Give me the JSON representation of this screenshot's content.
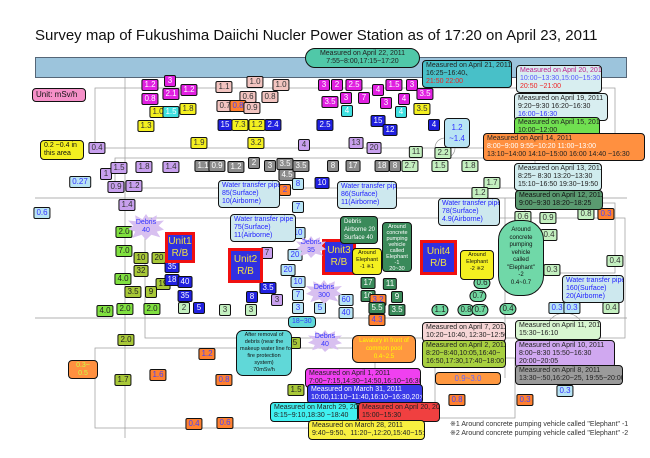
{
  "title": "Survey map of Fukushima Daiichi Nucler Power Station as of 17:20 on April 23, 2011",
  "legend": {
    "unit": "Unit: mSv/h",
    "area_note": "0.2 ~0.4 in this area"
  },
  "units": [
    {
      "l1": "Unit1",
      "l2": "R/B"
    },
    {
      "l1": "Unit2",
      "l2": "R/B"
    },
    {
      "l1": "Unit3",
      "l2": "R/B"
    },
    {
      "l1": "Unit4",
      "l2": "R/B"
    }
  ],
  "debris": [
    {
      "l1": "Debris",
      "l2": "40"
    },
    {
      "l1": "Debris",
      "l2": "35"
    },
    {
      "l1": "Debris",
      "l2": "300"
    },
    {
      "l1": "Debris",
      "l2": "40"
    }
  ],
  "pipes": [
    {
      "l1": "Water transfer pipe",
      "l2": "85(Surface)",
      "l3": "10(Airborne)"
    },
    {
      "l1": "Water transfer pipe",
      "l2": "75(Surface)",
      "l3": "11(Airborne)"
    },
    {
      "l1": "Water transfer pipe",
      "l2": "86(Surface)",
      "l3": "11(Airborne)"
    },
    {
      "l1": "Water transfer pipe",
      "l2": "78(Surface)",
      "l3": "4.9(Airborne)"
    },
    {
      "l1": "Water transfer pipe",
      "l2": "160(Surface)",
      "l3": "20(Airborne)"
    }
  ],
  "callouts": {
    "debris_box": {
      "l1": "Debris",
      "l2": "Airborne 20",
      "l3": "Surface 40"
    },
    "elephant1": {
      "l1": "Around",
      "l2": "concrete",
      "l3": "pumping",
      "l4": "vehicle",
      "l5": "called",
      "l6": "Elephant",
      "l7": "-1",
      "l8": "20~30"
    },
    "elephant1_small": {
      "l1": "Around",
      "l2": "Elephant",
      "l3": "-1 ※1"
    },
    "elephant2_small": {
      "l1": "Around",
      "l2": "Elephant",
      "l3": "-2 ※2"
    },
    "elephant2": {
      "l1": "Around",
      "l2": "concrete",
      "l3": "pumping",
      "l4": "vehicle",
      "l5": "called",
      "l6": "\"Elephant\"",
      "l7": "-2",
      "l8": "0.4~0.7"
    },
    "range_12_14": "1.2 ~1.4",
    "lavatory": {
      "l1": "Lavatory in front of",
      "l2": "common pool",
      "l3": "0.4~2.5"
    },
    "after_removal": {
      "l1": "After removal of",
      "l2": "debris (near the",
      "l3": "makeup water line for",
      "l4": "fire protection",
      "l5": "system)",
      "l6": "70mSv/h"
    },
    "range_09_30": "0.9~3.0",
    "range_03_05": "0.3~ 0.5",
    "range_18_30": "18~30"
  },
  "measurements": [
    {
      "h": "Measured on April 22, 2011",
      "t": "7:55~8:00,17:15~17:20"
    },
    {
      "h": "Measured on April 21, 2011",
      "t": "16:25~16:40、",
      "t2": "21:50  22:00"
    },
    {
      "h": "Measured on April 20, 2011",
      "t": "10:00~13:30,15:00~15:30",
      "t2": "20:50 ~21:00"
    },
    {
      "h": "Measured on April 19, 2011",
      "t": "9:20~9:30  16:20~16:30",
      "t2": "16:00~16:30"
    },
    {
      "h": "Measured on April 15, 2011",
      "t": "10:00~12:00"
    },
    {
      "h": "Measured on April 14, 2011",
      "t": "8:00~9:00 9:55~10:20 11:00~13:00",
      "t2": "13:10~14:00 14:10~15:00 16:00 14:40 ~16:30"
    },
    {
      "h": "Measured on April 13, 2011",
      "t": "8:25~ 8:30  13:20~13:30",
      "t2": "15:10~16:50  19:30~19:50"
    },
    {
      "h": "Measured on April 12, 2011",
      "t": "9:00~9:30  18:20~18:25"
    },
    {
      "h": "Measured on April 7, 2011",
      "t": "10:20~10:40, 12:30~12:50"
    },
    {
      "h": "Measured on April 11, 2011",
      "t": "15:30~16:10"
    },
    {
      "h": "Measured on April 2, 2011",
      "t": "8:20~8:40,10:05,16:40~",
      "t2": "16:50,17:30,17:40~18:00"
    },
    {
      "h": "Measured on April 10, 2011",
      "t": "8:00~8:30  15:50~16:30",
      "t2": "20:00~20:05"
    },
    {
      "h": "Measured on April 8, 2011",
      "t": "13:30~:50,16:20~25, 19:55~20:00"
    },
    {
      "h": "Measured on April 1, 2011",
      "t": "7:00~7:15,14:30~14:50,16:10~16:30"
    },
    {
      "h": "Measured on March 31, 2011",
      "t": "10:00,11:10~11:40,16:10~16:30,20:00"
    },
    {
      "h": "Measured on March 29, 2011",
      "t": "8:15~9:10,18:30 ~18:40"
    },
    {
      "h": "Measured on April 20, 2011",
      "t": "15:00~15:30"
    },
    {
      "h": "Measured on March 28, 2011",
      "t": "9:40~9:50、11:20~,12:20,15:40~15:50"
    }
  ],
  "footnotes": [
    "※1 Around  concrete pumping vehicle called \"Elephant\" -1",
    "※2 Around  concrete pumping vehicle called \"Elephant\" -2"
  ],
  "markers": [
    {
      "v": "1.2",
      "c": "m"
    },
    {
      "v": "0.8",
      "c": "m"
    },
    {
      "v": "3",
      "c": "m"
    },
    {
      "v": "2.1",
      "c": "m"
    },
    {
      "v": "1.2",
      "c": "m"
    },
    {
      "v": "1.0",
      "c": "y"
    },
    {
      "v": "1.5",
      "c": "c"
    },
    {
      "v": "1.8",
      "c": "y"
    },
    {
      "v": "1.3",
      "c": "y"
    },
    {
      "v": "1.1",
      "c": "p"
    },
    {
      "v": "1.0",
      "c": "p"
    },
    {
      "v": "1.0",
      "c": "p"
    },
    {
      "v": "0.6",
      "c": "p"
    },
    {
      "v": "0.8",
      "c": "p"
    },
    {
      "v": "0.7",
      "c": "p"
    },
    {
      "v": "0.8",
      "c": "o"
    },
    {
      "v": "0.9",
      "c": "p"
    },
    {
      "v": "15",
      "c": "b"
    },
    {
      "v": "7.3",
      "c": "y"
    },
    {
      "v": "1.2",
      "c": "y"
    },
    {
      "v": "2.4",
      "c": "b"
    },
    {
      "v": "0.4",
      "c": "l"
    },
    {
      "v": "1.9",
      "c": "y"
    },
    {
      "v": "3.2",
      "c": "y"
    },
    {
      "v": "1.1",
      "c": "g"
    },
    {
      "v": "0.9",
      "c": "g"
    },
    {
      "v": "1.2",
      "c": "g"
    },
    {
      "v": "2",
      "c": "g"
    },
    {
      "v": "3",
      "c": "g"
    },
    {
      "v": "3.5",
      "c": "g"
    },
    {
      "v": "4.5",
      "c": "g"
    },
    {
      "v": "1",
      "c": "l"
    },
    {
      "v": "1.5",
      "c": "l"
    },
    {
      "v": "1.8",
      "c": "l"
    },
    {
      "v": "1.4",
      "c": "l"
    },
    {
      "v": "0.27",
      "c": "lb"
    },
    {
      "v": "0.9",
      "c": "l"
    },
    {
      "v": "1.2",
      "c": "l"
    },
    {
      "v": "2",
      "c": "o"
    },
    {
      "v": "3",
      "c": "m"
    },
    {
      "v": "2",
      "c": "m"
    },
    {
      "v": "2.5",
      "c": "m"
    },
    {
      "v": "4",
      "c": "m"
    },
    {
      "v": "1.5",
      "c": "m"
    },
    {
      "v": "3",
      "c": "m"
    },
    {
      "v": "3.5",
      "c": "m"
    },
    {
      "v": "3",
      "c": "m"
    },
    {
      "v": "7",
      "c": "m"
    },
    {
      "v": "3",
      "c": "m"
    },
    {
      "v": "4",
      "c": "m"
    },
    {
      "v": "3.5",
      "c": "m"
    },
    {
      "v": "3.5",
      "c": "y"
    },
    {
      "v": "4",
      "c": "c"
    },
    {
      "v": "4",
      "c": "c"
    },
    {
      "v": "2.5",
      "c": "b"
    },
    {
      "v": "15",
      "c": "b"
    },
    {
      "v": "12",
      "c": "b"
    },
    {
      "v": "4",
      "c": "b"
    },
    {
      "v": "4",
      "c": "l"
    },
    {
      "v": "13",
      "c": "l"
    },
    {
      "v": "20",
      "c": "l"
    },
    {
      "v": "11",
      "c": "lg"
    },
    {
      "v": "2.2",
      "c": "lg"
    },
    {
      "v": "3.5",
      "c": "g"
    },
    {
      "v": "8",
      "c": "g"
    },
    {
      "v": "17",
      "c": "g"
    },
    {
      "v": "18",
      "c": "g"
    },
    {
      "v": "8",
      "c": "g"
    },
    {
      "v": "2.7",
      "c": "lg"
    },
    {
      "v": "1.5",
      "c": "lg"
    },
    {
      "v": "1.8",
      "c": "lg"
    },
    {
      "v": "10",
      "c": "b"
    },
    {
      "v": "1.7",
      "c": "lg"
    },
    {
      "v": "0.6",
      "c": "lb"
    },
    {
      "v": "1.4",
      "c": "l"
    },
    {
      "v": "2.0",
      "c": "gr"
    },
    {
      "v": "7.0",
      "c": "gr"
    },
    {
      "v": "10",
      "c": "ol"
    },
    {
      "v": "20",
      "c": "ol"
    },
    {
      "v": "32",
      "c": "ol"
    },
    {
      "v": "4.0",
      "c": "gr"
    },
    {
      "v": "19",
      "c": "ol"
    },
    {
      "v": "3.5",
      "c": "ol"
    },
    {
      "v": "9",
      "c": "ol"
    },
    {
      "v": "4.0",
      "c": "gr"
    },
    {
      "v": "2.0",
      "c": "gr"
    },
    {
      "v": "2.0",
      "c": "gr"
    },
    {
      "v": "35",
      "c": "b"
    },
    {
      "v": "18",
      "c": "b"
    },
    {
      "v": "40",
      "c": "b"
    },
    {
      "v": "35",
      "c": "b"
    },
    {
      "v": "2",
      "c": "lg"
    },
    {
      "v": "5",
      "c": "b"
    },
    {
      "v": "3",
      "c": "lg"
    },
    {
      "v": "3",
      "c": "lg"
    },
    {
      "v": "7",
      "c": "l"
    },
    {
      "v": "3.5",
      "c": "b"
    },
    {
      "v": "8",
      "c": "b"
    },
    {
      "v": "8",
      "c": "lb"
    },
    {
      "v": "7",
      "c": "lb"
    },
    {
      "v": "10",
      "c": "lb"
    },
    {
      "v": "20",
      "c": "lb"
    },
    {
      "v": "20",
      "c": "lb"
    },
    {
      "v": "10",
      "c": "lb"
    },
    {
      "v": "7",
      "c": "lb"
    },
    {
      "v": "3",
      "c": "lb"
    },
    {
      "v": "5",
      "c": "lb"
    },
    {
      "v": "60",
      "c": "lb"
    },
    {
      "v": "40",
      "c": "lb"
    },
    {
      "v": "3",
      "c": "l"
    },
    {
      "v": "17",
      "c": "dg"
    },
    {
      "v": "10",
      "c": "dg"
    },
    {
      "v": "11",
      "c": "dg"
    },
    {
      "v": "9",
      "c": "dg"
    },
    {
      "v": "3.2",
      "c": "o"
    },
    {
      "v": "5.5",
      "c": "dg"
    },
    {
      "v": "3.5",
      "c": "dg"
    },
    {
      "v": "4.3",
      "c": "o"
    },
    {
      "v": "0.6",
      "c": "lg"
    },
    {
      "v": "0.9",
      "c": "lg"
    },
    {
      "v": "0.8",
      "c": "lg"
    },
    {
      "v": "0.3",
      "c": "o"
    },
    {
      "v": "0.4",
      "c": "lg"
    },
    {
      "v": "0.3",
      "c": "lg"
    },
    {
      "v": "0.4",
      "c": "lg"
    },
    {
      "v": "0.3",
      "c": "lb"
    },
    {
      "v": "0.3",
      "c": "lb"
    },
    {
      "v": "0.4",
      "c": "lg"
    },
    {
      "v": "5",
      "c": "ol"
    },
    {
      "v": "1.5",
      "c": "ol"
    },
    {
      "v": "0.8",
      "c": "o"
    },
    {
      "v": "0.3",
      "c": "o"
    },
    {
      "v": "0.3",
      "c": "lb"
    },
    {
      "v": "2.0",
      "c": "ol"
    },
    {
      "v": "1.7",
      "c": "ol"
    },
    {
      "v": "1.6",
      "c": "o"
    },
    {
      "v": "1.2",
      "c": "o"
    },
    {
      "v": "0.8",
      "c": "o"
    },
    {
      "v": "0.4",
      "c": "o"
    },
    {
      "v": "0.6",
      "c": "o"
    },
    {
      "v": "0.6",
      "c": "t"
    },
    {
      "v": "0.7",
      "c": "t"
    },
    {
      "v": "1.1",
      "c": "t"
    },
    {
      "v": "0.8",
      "c": "t"
    },
    {
      "v": "0.7",
      "c": "t"
    },
    {
      "v": "0.4",
      "c": "t"
    },
    {
      "v": "1.2",
      "c": "lg"
    }
  ]
}
